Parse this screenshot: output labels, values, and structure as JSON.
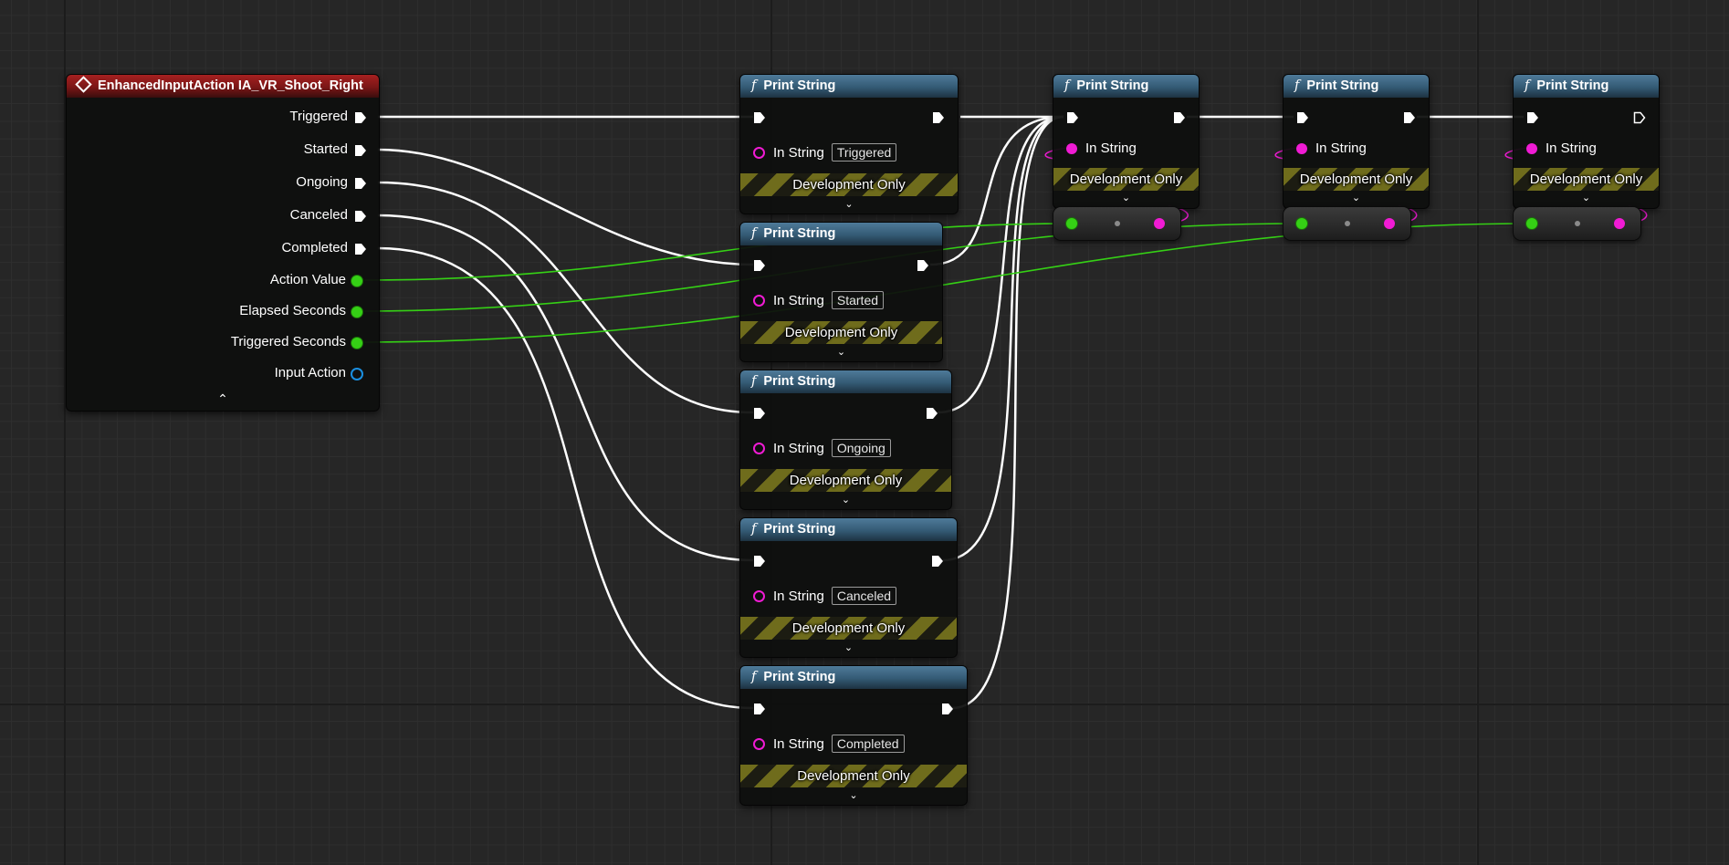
{
  "event_node": {
    "title": "EnhancedInputAction IA_VR_Shoot_Right",
    "outputs": [
      "Triggered",
      "Started",
      "Ongoing",
      "Canceled",
      "Completed"
    ],
    "data_outputs": [
      "Action Value",
      "Elapsed Seconds",
      "Triggered Seconds"
    ],
    "input_action_label": "Input Action",
    "collapse_icon": "chevron-up-icon"
  },
  "print_nodes": [
    {
      "title": "Print String",
      "in_string_label": "In String",
      "value": "Triggered",
      "dev_only": "Development Only"
    },
    {
      "title": "Print String",
      "in_string_label": "In String",
      "value": "Started",
      "dev_only": "Development Only"
    },
    {
      "title": "Print String",
      "in_string_label": "In String",
      "value": "Ongoing",
      "dev_only": "Development Only"
    },
    {
      "title": "Print String",
      "in_string_label": "In String",
      "value": "Canceled",
      "dev_only": "Development Only"
    },
    {
      "title": "Print String",
      "in_string_label": "In String",
      "value": "Completed",
      "dev_only": "Development Only"
    }
  ],
  "chain_nodes": [
    {
      "title": "Print String",
      "in_string_label": "In String",
      "dev_only": "Development Only"
    },
    {
      "title": "Print String",
      "in_string_label": "In String",
      "dev_only": "Development Only"
    },
    {
      "title": "Print String",
      "in_string_label": "In String",
      "dev_only": "Development Only"
    }
  ],
  "colors": {
    "exec_wire": "#ffffff",
    "float_wire": "#35d015",
    "string_pin": "#f01bd4",
    "object_pin": "#1a8fe0",
    "event_header": "#a62020",
    "function_header": "#4e7a99",
    "grid_background": "#262626"
  },
  "icons": {
    "event": "event-diamond-icon",
    "function": "function-f-icon",
    "exec": "exec-pin-icon",
    "expand": "chevron-down-icon"
  }
}
